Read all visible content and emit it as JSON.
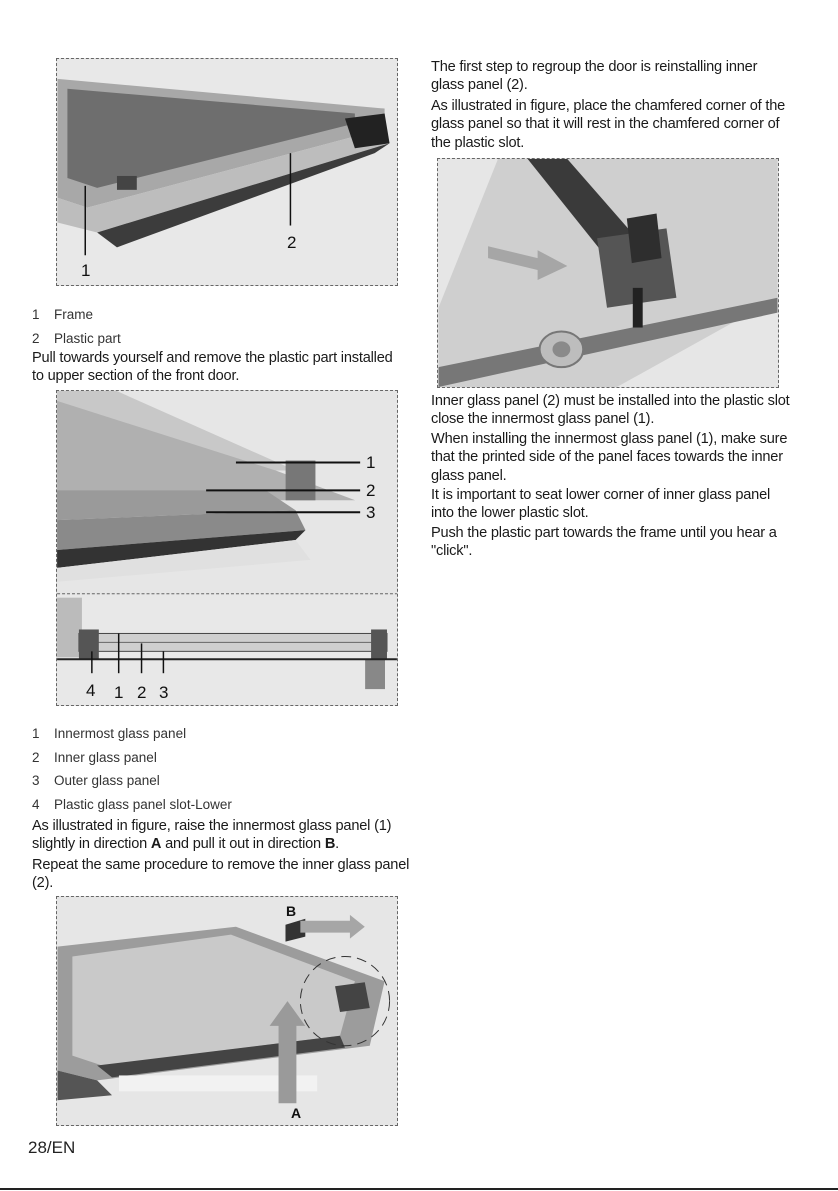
{
  "left": {
    "figure1": {
      "labels": [
        "2",
        "1"
      ]
    },
    "legend1": [
      {
        "num": "1",
        "text": "Frame"
      },
      {
        "num": "2",
        "text": "Plastic part"
      }
    ],
    "para1": "Pull towards yourself and remove the plastic part installed to upper section of the front door.",
    "figure2": {
      "labels_right": [
        "1",
        "2",
        "3"
      ],
      "labels_bottom": [
        "4",
        "1",
        "2",
        "3"
      ]
    },
    "legend2": [
      {
        "num": "1",
        "text": "Innermost glass panel"
      },
      {
        "num": "2",
        "text": "Inner glass panel"
      },
      {
        "num": "3",
        "text": "Outer glass panel"
      },
      {
        "num": "4",
        "text": "Plastic glass panel slot-Lower"
      }
    ],
    "para2": {
      "part1": "As illustrated in figure, raise the innermost glass panel (1) slightly in direction ",
      "bold1": "A",
      "part2": " and pull it out in direction ",
      "bold2": "B",
      "part3": "."
    },
    "para3": "Repeat the same procedure to remove the inner glass panel (2).",
    "figure3": {
      "label_a": "A",
      "label_b": "B"
    }
  },
  "right": {
    "para1": "The first step to regroup the door is reinstalling inner glass panel (2).",
    "para2": "As illustrated in figure, place the chamfered corner of the glass panel so that it will rest in the chamfered corner of the plastic slot.",
    "para3": "Inner glass panel (2) must be installed into the plastic slot close the innermost glass panel (1).",
    "para4": "When installing the innermost glass panel (1), make sure that the printed side of the panel faces towards the inner glass panel.",
    "para5": "It is important to seat lower corner of inner glass panel into the lower plastic slot.",
    "para6": "Push the plastic part towards the frame until you hear a \"click\"."
  },
  "footer": {
    "page": "28/EN"
  }
}
